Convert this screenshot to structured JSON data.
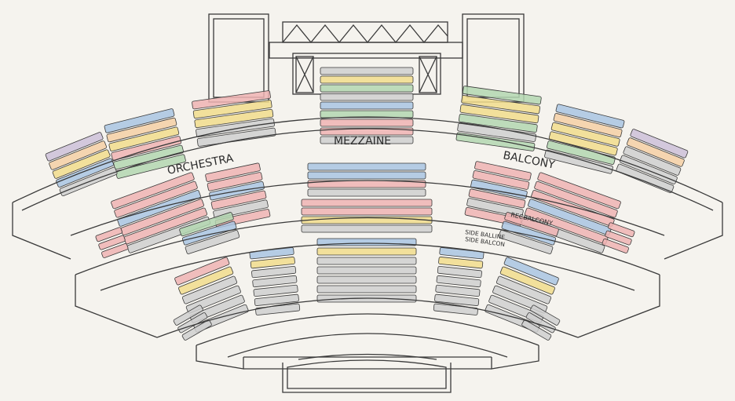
{
  "labels": {
    "orchestra": "ORCHESTRA",
    "mezzanine": "MEZZAINE",
    "balcony": "BALCONY",
    "rec_balcony": "RECBALCONY",
    "side_balline": "SIDE BALLINE",
    "side_balcon": "SIDE BALCON"
  },
  "colors": {
    "paper": "#f5f3ee",
    "ink": "#3a3a3a",
    "pink": "#efb3b3",
    "blue": "#a9c4e2",
    "green": "#b3d6b0",
    "yellow": "#f1dc8c",
    "grey": "#cfcfcf",
    "purple": "#cdbfd8",
    "peach": "#f4cfa4"
  }
}
